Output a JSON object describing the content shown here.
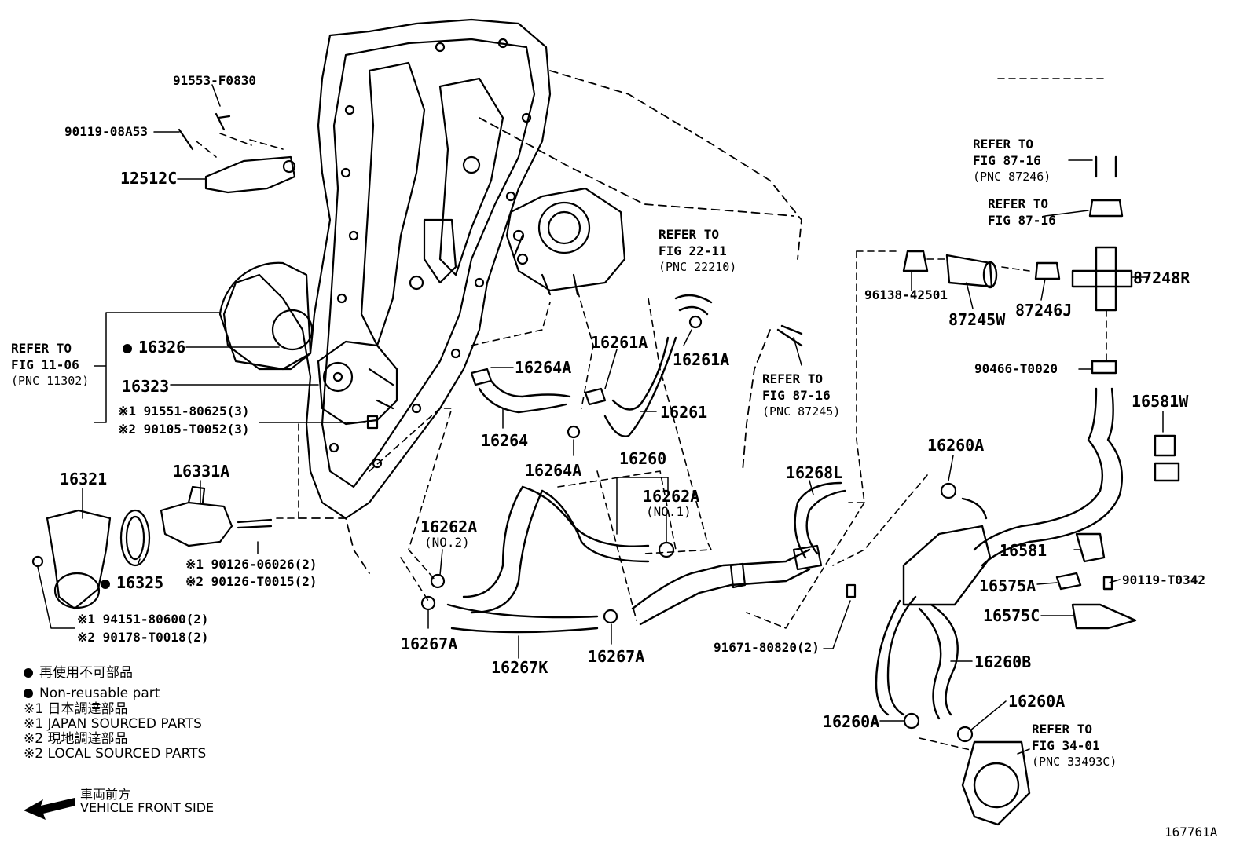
{
  "diagram_id": "167761A",
  "parts": {
    "p91553": "91553-F0830",
    "p90119a": "90119-08A53",
    "p12512c": "12512C",
    "p16326": "16326",
    "p16323": "16323",
    "p91551": "※1 91551-80625(3)",
    "p90105": "※2 90105-T0052(3)",
    "p16321": "16321",
    "p16331a": "16331A",
    "p16325": "16325",
    "p90126a": "※1 90126-06026(2)",
    "p90126b": "※2 90126-T0015(2)",
    "p94151": "※1 94151-80600(2)",
    "p90178": "※2 90178-T0018(2)",
    "p16264a_1": "16264A",
    "p16264": "16264",
    "p16264a_2": "16264A",
    "p16261a_1": "16261A",
    "p16261a_2": "16261A",
    "p16261": "16261",
    "p16260": "16260",
    "p16262a_1": "16262A",
    "p16262a_1_sub": "(NO.1)",
    "p16262a_2": "16262A",
    "p16262a_2_sub": "(NO.2)",
    "p16267a_1": "16267A",
    "p16267k": "16267K",
    "p16267a_2": "16267A",
    "p16268l": "16268L",
    "p91671": "91671-80820(2)",
    "p96138": "96138-42501",
    "p87245w": "87245W",
    "p87246j": "87246J",
    "p87248r": "87248R",
    "p90466": "90466-T0020",
    "p16581w": "16581W",
    "p16260a_1": "16260A",
    "p16581": "16581",
    "p16575a": "16575A",
    "p90119b": "90119-T0342",
    "p16575c": "16575C",
    "p16260b": "16260B",
    "p16260a_2": "16260A",
    "p16260a_3": "16260A"
  },
  "refs": {
    "r_fig11": {
      "line1": "REFER TO",
      "line2": "FIG 11-06",
      "pnc": "(PNC 11302)"
    },
    "r_fig22": {
      "line1": "REFER TO",
      "line2": "FIG 22-11",
      "pnc": "(PNC 22210)"
    },
    "r_fig87_a": {
      "line1": "REFER TO",
      "line2": "FIG 87-16",
      "pnc": "(PNC 87246)"
    },
    "r_fig87_b": {
      "line1": "REFER TO",
      "line2": "FIG 87-16"
    },
    "r_fig87_c": {
      "line1": "REFER TO",
      "line2": "FIG 87-16",
      "pnc": "(PNC 87245)"
    },
    "r_fig34": {
      "line1": "REFER TO",
      "line2": "FIG 34-01",
      "pnc": "(PNC 33493C)"
    }
  },
  "legend": {
    "nonreusable_jp": "再使用不可部品",
    "nonreusable_en": "Non-reusable part",
    "japan_jp": "※1  日本調達部品",
    "japan_en": "※1  JAPAN SOURCED PARTS",
    "local_jp": "※2  現地調達部品",
    "local_en": "※2  LOCAL SOURCED PARTS",
    "front_jp": "車両前方",
    "front_en": "VEHICLE FRONT SIDE"
  }
}
